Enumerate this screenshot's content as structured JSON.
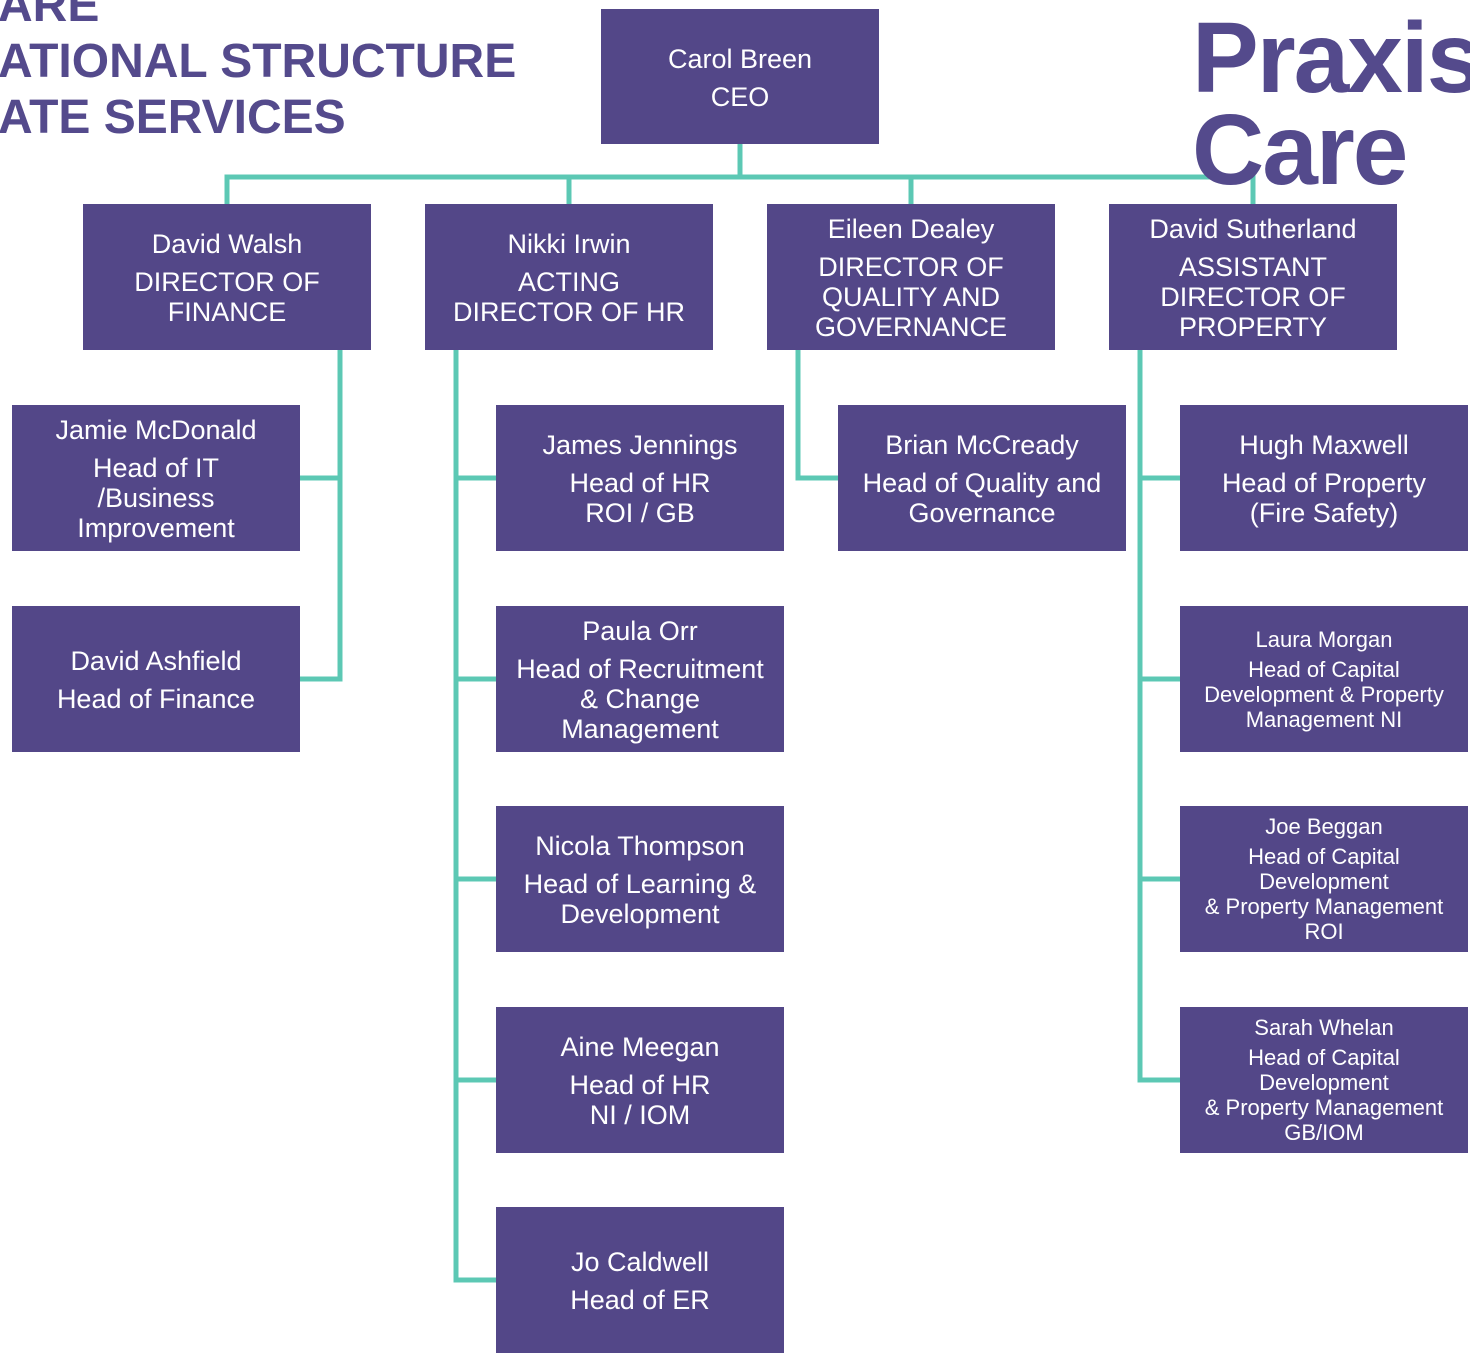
{
  "title": {
    "lines": [
      "ARE",
      "ATIONAL STRUCTURE",
      "ATE SERVICES"
    ]
  },
  "logo": {
    "lines": [
      "Praxis",
      "Care"
    ]
  },
  "colors": {
    "box": "#534788",
    "connector": "#5cc8b4",
    "title": "#544a8c"
  },
  "ceo": {
    "name": "Carol Breen",
    "role": [
      "CEO"
    ]
  },
  "directors": [
    {
      "name": "David Walsh",
      "role": [
        "DIRECTOR OF",
        "FINANCE"
      ]
    },
    {
      "name": "Nikki Irwin",
      "role": [
        "ACTING",
        "DIRECTOR OF HR"
      ]
    },
    {
      "name": "Eileen Dealey",
      "role": [
        "DIRECTOR OF",
        "QUALITY AND",
        "GOVERNANCE"
      ]
    },
    {
      "name": "David Sutherland",
      "role": [
        "ASSISTANT",
        "DIRECTOR OF",
        "PROPERTY"
      ]
    }
  ],
  "finance_team": [
    {
      "name": "Jamie McDonald",
      "role": [
        "Head of  IT",
        "/Business",
        "Improvement"
      ]
    },
    {
      "name": "David Ashfield",
      "role": [
        "Head of Finance"
      ]
    }
  ],
  "hr_team": [
    {
      "name": "James Jennings",
      "role": [
        "Head of HR",
        "ROI / GB"
      ]
    },
    {
      "name": "Paula Orr",
      "role": [
        "Head of Recruitment",
        "& Change",
        "Management"
      ]
    },
    {
      "name": "Nicola Thompson",
      "role": [
        "Head of Learning &",
        "Development"
      ]
    },
    {
      "name": "Aine Meegan",
      "role": [
        "Head of HR",
        "NI / IOM"
      ]
    },
    {
      "name": "Jo Caldwell",
      "role": [
        "Head of ER"
      ]
    }
  ],
  "quality_team": [
    {
      "name": "Brian McCready",
      "role": [
        "Head of Quality and",
        "Governance"
      ]
    }
  ],
  "property_team": [
    {
      "name": "Hugh Maxwell",
      "role": [
        "Head of Property",
        "(Fire Safety)"
      ]
    },
    {
      "name": "Laura Morgan",
      "role": [
        "Head of Capital",
        "Development & Property",
        "Management NI"
      ]
    },
    {
      "name": "Joe Beggan",
      "role": [
        "Head of Capital",
        "Development",
        "& Property Management",
        "ROI"
      ]
    },
    {
      "name": "Sarah Whelan",
      "role": [
        "Head of Capital",
        "Development",
        "& Property Management",
        "GB/IOM"
      ]
    }
  ]
}
